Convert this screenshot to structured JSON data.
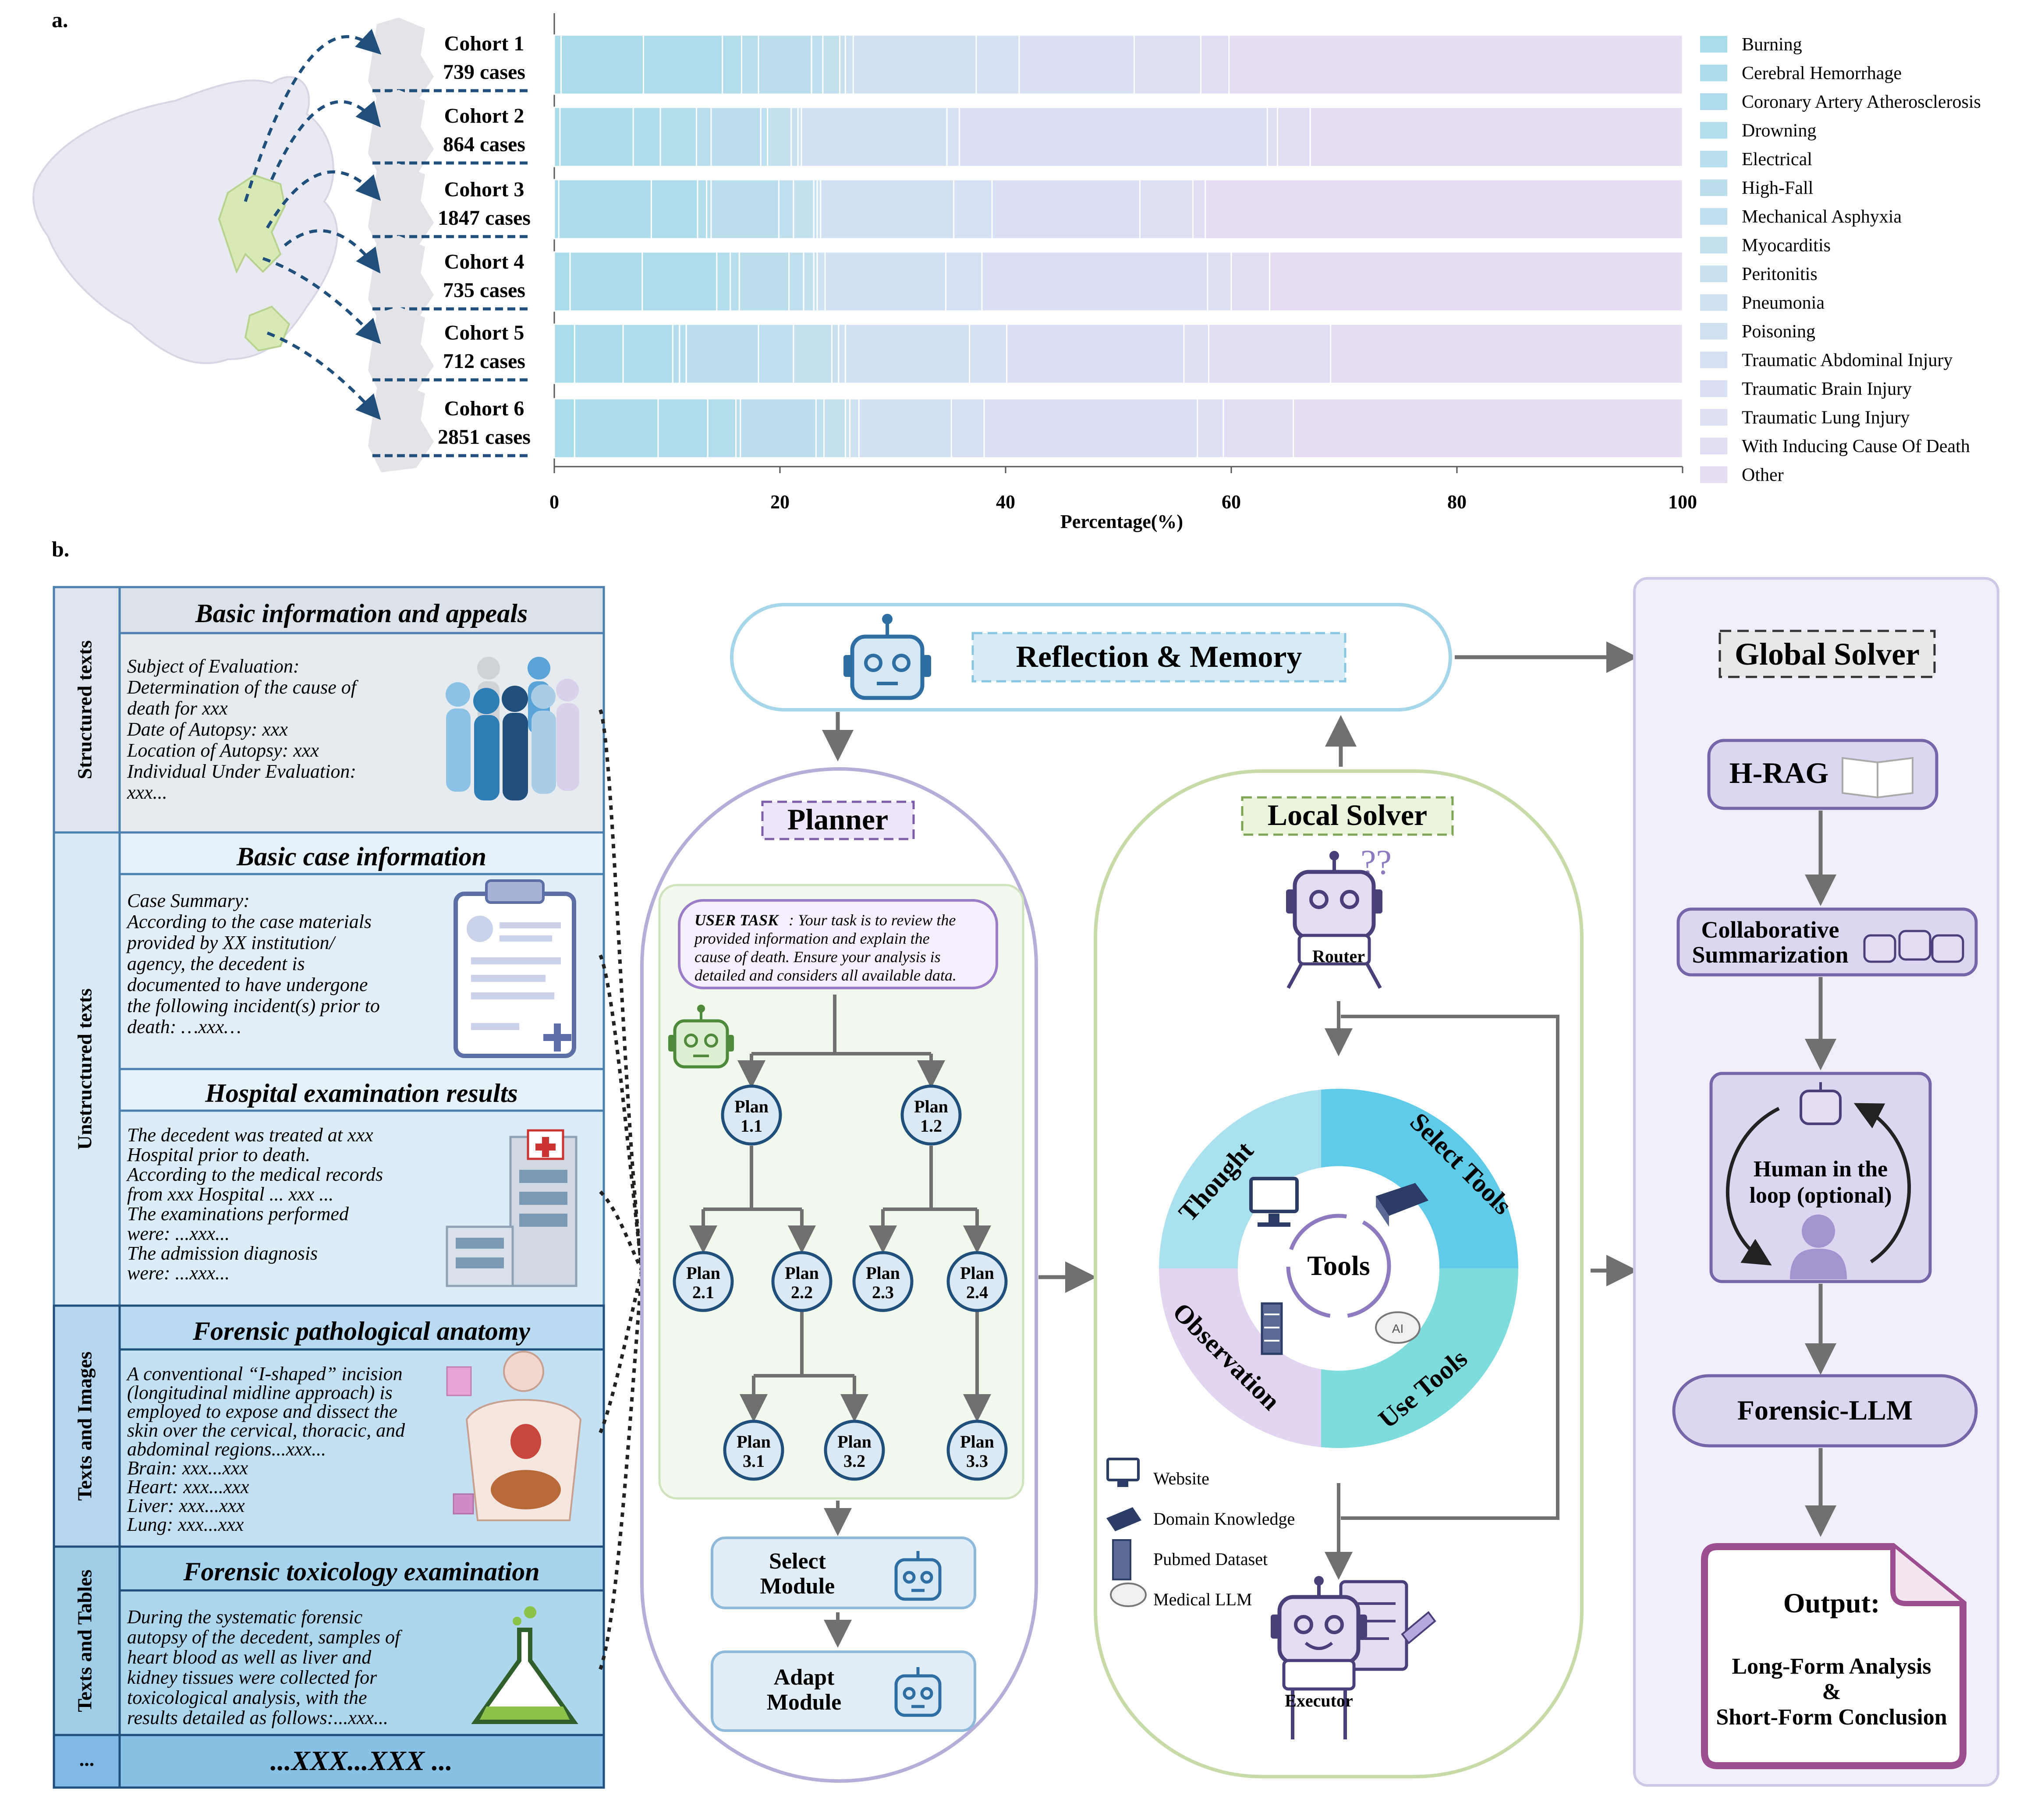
{
  "panel_a": {
    "label": "a.",
    "cohorts": [
      {
        "name": "Cohort 1",
        "cases": "739 cases"
      },
      {
        "name": "Cohort 2",
        "cases": "864 cases"
      },
      {
        "name": "Cohort 3",
        "cases": "1847 cases"
      },
      {
        "name": "Cohort 4",
        "cases": "735 cases"
      },
      {
        "name": "Cohort 5",
        "cases": "712 cases"
      },
      {
        "name": "Cohort 6",
        "cases": "2851 cases"
      }
    ]
  },
  "chart_data": {
    "type": "bar",
    "orientation": "horizontal-stacked-100",
    "xlabel": "Percentage(%)",
    "xlim": [
      0,
      100
    ],
    "xticks": [
      "0",
      "20",
      "40",
      "60",
      "80",
      "100"
    ],
    "legend_position": "right",
    "categories": [
      "Burning",
      "Cerebral Hemorrhage",
      "Coronary Artery Atherosclerosis",
      "Drowning",
      "Electrical",
      "High-Fall",
      "Mechanical Asphyxia",
      "Myocarditis",
      "Peritonitis",
      "Pneumonia",
      "Poisoning",
      "Traumatic Abdominal Injury",
      "Traumatic Brain Injury",
      "Traumatic Lung Injury",
      "With Inducing Cause Of Death",
      "Other"
    ],
    "colors": [
      "#a9dcea",
      "#acdcea",
      "#aedcea",
      "#b3ddeb",
      "#b7deec",
      "#bbdeed",
      "#bfdfee",
      "#c3e0ef",
      "#c8e1ef",
      "#cde1f0",
      "#d1e1f1",
      "#d5e1f2",
      "#d9e0f3",
      "#dddff3",
      "#e1def3",
      "#e6ddf2"
    ],
    "series": [
      {
        "name": "Cohort 1",
        "values": [
          0.6,
          7.3,
          7.0,
          1.7,
          1.5,
          4.7,
          1.0,
          1.5,
          0.5,
          0.7,
          10.9,
          3.8,
          10.2,
          5.9,
          2.5,
          40.2
        ]
      },
      {
        "name": "Cohort 2",
        "values": [
          0.5,
          6.5,
          2.4,
          3.2,
          1.3,
          4.4,
          0.6,
          2.1,
          0.6,
          0.3,
          12.9,
          1.1,
          27.3,
          0.9,
          2.9,
          33.0
        ]
      },
      {
        "name": "Cohort 3",
        "values": [
          0.4,
          8.2,
          4.1,
          0.8,
          0.4,
          6.0,
          1.3,
          1.8,
          0.3,
          0.3,
          11.8,
          3.4,
          13.1,
          4.7,
          1.1,
          42.3
        ]
      },
      {
        "name": "Cohort 4",
        "values": [
          1.4,
          6.4,
          6.6,
          1.2,
          0.8,
          4.4,
          1.3,
          0.9,
          0.3,
          0.7,
          10.7,
          3.2,
          20.0,
          2.1,
          3.4,
          36.6
        ]
      },
      {
        "name": "Cohort 5",
        "values": [
          1.8,
          4.3,
          4.4,
          0.6,
          0.6,
          6.4,
          3.1,
          3.4,
          0.6,
          0.6,
          11.0,
          3.3,
          15.7,
          2.2,
          10.8,
          31.2
        ]
      },
      {
        "name": "Cohort 6",
        "values": [
          1.8,
          7.4,
          4.4,
          2.5,
          0.4,
          6.7,
          0.7,
          1.9,
          0.4,
          0.8,
          8.2,
          2.9,
          18.9,
          2.3,
          6.2,
          34.5
        ]
      }
    ]
  },
  "panel_b": {
    "label": "b.",
    "inputs": {
      "side_labels": [
        "Structured texts",
        "Unstructured texts",
        "Texts and Images",
        "Texts and Tables",
        "..."
      ],
      "sections": [
        {
          "title": "Basic information and appeals",
          "lines": [
            "Subject of Evaluation:",
            "Determination of the cause of",
            "death for xxx",
            "Date of Autopsy: xxx",
            "Location of Autopsy: xxx",
            "Individual Under Evaluation:",
            "xxx..."
          ]
        },
        {
          "title": "Basic case information",
          "lines": [
            "Case Summary:",
            "According to the case materials",
            "provided by XX institution/",
            "agency, the decedent is",
            "documented to have undergone",
            "the following incident(s) prior to",
            "death: …xxx…"
          ]
        },
        {
          "title": "Hospital examination results",
          "lines": [
            "The decedent was treated at xxx",
            "Hospital prior to death.",
            "According to the medical records",
            "from xxx Hospital ... xxx ...",
            "The examinations performed",
            "were: ...xxx...",
            "The admission diagnosis",
            "were: ...xxx..."
          ]
        },
        {
          "title": "Forensic pathological anatomy",
          "lines": [
            "A conventional “I-shaped” incision",
            "(longitudinal midline approach) is",
            "employed to expose and dissect the",
            "skin over the cervical, thoracic, and",
            "abdominal regions...xxx...",
            "Brain: xxx...xxx",
            "Heart: xxx...xxx",
            "Liver: xxx...xxx",
            "Lung: xxx...xxx"
          ]
        },
        {
          "title": "Forensic toxicology examination",
          "lines": [
            "During the systematic forensic",
            "autopsy of the decedent, samples of",
            "heart blood as well as liver and",
            "kidney tissues were collected for",
            "toxicological analysis, with the",
            "results detailed as follows:...xxx..."
          ]
        }
      ],
      "footer": "...XXX...XXX ..."
    },
    "reflection_memory": "Reflection & Memory",
    "planner": {
      "title": "Planner",
      "task_label": "USER TASK",
      "task_lines": [
        ": Your task is to review the",
        "provided information and explain the",
        "cause of death. Ensure your analysis is",
        "detailed and considers all available data."
      ],
      "plans": [
        "Plan 1.1",
        "Plan 1.2",
        "Plan 2.1",
        "Plan 2.2",
        "Plan 2.3",
        "Plan 2.4",
        "Plan 3.1",
        "Plan 3.2",
        "Plan 3.3"
      ],
      "select_module": [
        "Select",
        "Module"
      ],
      "adapt_module": [
        "Adapt",
        "Module"
      ]
    },
    "local_solver": {
      "title": "Local Solver",
      "router": "Router",
      "cycle": [
        "Thought",
        "Select Tools",
        "Use Tools",
        "Observation"
      ],
      "tools": "Tools",
      "tool_legend": [
        "Website",
        "Domain Knowledge",
        "Pubmed Dataset",
        "Medical LLM"
      ],
      "executor": "Executor"
    },
    "global_solver": {
      "title": "Global Solver",
      "hrag": "H-RAG",
      "collab": [
        "Collaborative",
        "Summarization"
      ],
      "human": [
        "Human in the",
        "loop (optional)"
      ],
      "forensic_llm": "Forensic-LLM",
      "output_title": "Output:",
      "output_lines": [
        "Long-Form Analysis",
        "&",
        "Short-Form Conclusion"
      ]
    },
    "colors": {
      "planner_accent": "#7b5ea7",
      "local_accent": "#a8c28a",
      "global_bg": "#f1eefa",
      "output_border": "#9c4d8f",
      "input_dark": "#1f4f7a"
    }
  }
}
